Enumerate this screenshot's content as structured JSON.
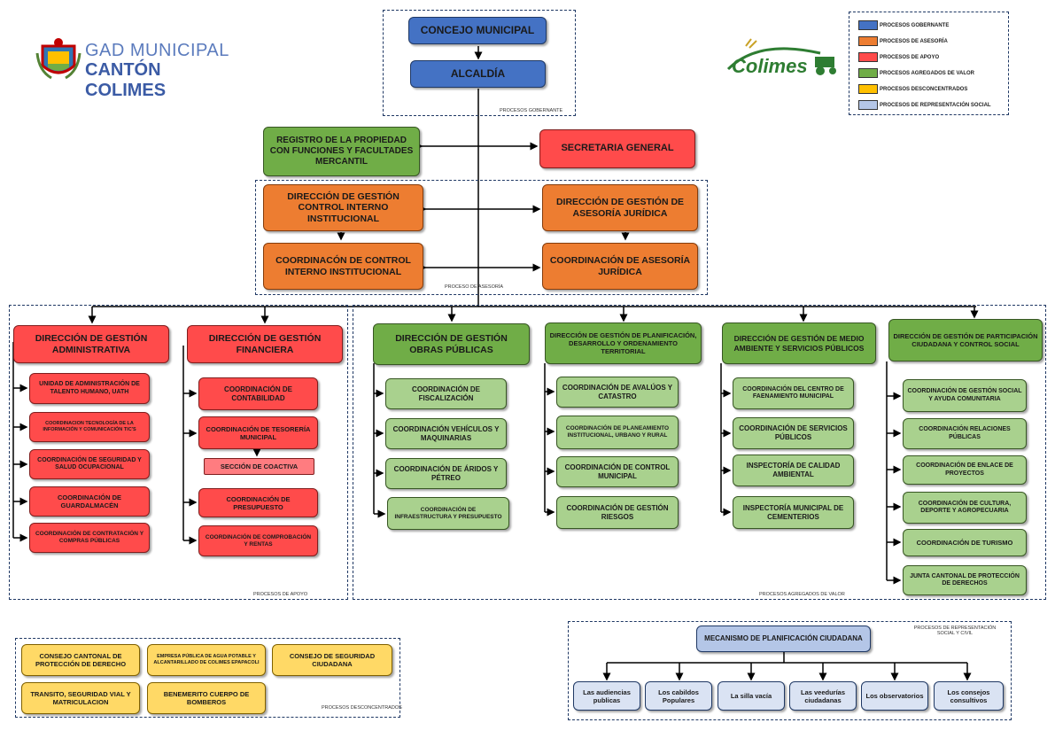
{
  "header": {
    "logo_line1": "GAD MUNICIPAL",
    "logo_line2": "CANTÓN COLIMES",
    "brand_logo": "Colimes",
    "colors": {
      "logo_blue": "#3b5ba5",
      "brand_green": "#2e7d32",
      "brand_orange": "#ff9800"
    }
  },
  "legend": [
    {
      "label": "PROCESOS GOBERNANTE",
      "color": "#4472c4"
    },
    {
      "label": "PROCESOS DE ASESORÍA",
      "color": "#ed7d31"
    },
    {
      "label": "PROCESOS DE APOYO",
      "color": "#ff4b4b"
    },
    {
      "label": "PROCESOS AGREGADOS DE VALOR",
      "color": "#70ad47"
    },
    {
      "label": "PROCESOS DESCONCENTRADOS",
      "color": "#ffc000"
    },
    {
      "label": "PROCESOS DE REPRESENTACIÓN SOCIAL",
      "color": "#b4c6e7"
    }
  ],
  "gobernante": {
    "concejo": "CONCEJO MUNICIPAL",
    "alcaldia": "ALCALDÍA",
    "caption": "PROCESOS GOBERNANTE"
  },
  "registro": "REGISTRO DE LA PROPIEDAD CON FUNCIONES Y FACULTADES MERCANTIL",
  "secretaria": "SECRETARIA GENERAL",
  "asesoria": {
    "control": "DIRECCIÓN DE GESTIÓN CONTROL INTERNO INSTITUCIONAL",
    "juridica": "DIRECCIÓN DE GESTIÓN DE ASESORÍA JURÍDICA",
    "coord_control": "COORDINACÓN DE CONTROL INTERNO INSTITUCIONAL",
    "coord_juridica": "COORDINACIÓN DE ASESORÍA JURÍDICA",
    "caption": "PROCESO DE    ASESORÍA"
  },
  "apoyo": {
    "caption": "PROCESOS DE APOYO",
    "admin": {
      "title": "DIRECCIÓN DE GESTIÓN ADMINISTRATIVA",
      "items": [
        "UNIDAD DE ADMINISTRACIÓN DE TALENTO HUMANO, UATH",
        "COORDINACION TECNOLOGÍA DE LA INFORMACIÓN Y COMUNICACIÓN TIC'S",
        "COORDINACIÓN DE SEGURIDAD Y SALUD OCUPACIONAL",
        "COORDINACIÓN DE GUARDALMACÉN",
        "COORDINACIÓN DE CONTRATACIÓN Y COMPRAS PÚBLICAS"
      ]
    },
    "fin": {
      "title": "DIRECCIÓN DE GESTIÓN FINANCIERA",
      "items": [
        "COORDINACIÓN DE CONTABILIDAD",
        "COORDINACIÓN DE TESORERÍA MUNICIPAL",
        "COORDINACIÓN DE PRESUPUESTO",
        "COORDINACIÓN DE COMPROBACIÓN Y RENTAS"
      ],
      "coactiva": "SECCIÓN DE COACTIVA"
    }
  },
  "valor": {
    "caption": "PROCESOS AGREGADOS DE VALOR",
    "columns": [
      {
        "title": "DIRECCIÓN DE GESTIÓN OBRAS PÚBLICAS",
        "items": [
          "COORDINACIÓN DE FISCALIZACIÓN",
          "COORDINACIÓN VEHÍCULOS Y MAQUINARIAS",
          "COORDINACIÓN DE ÁRIDOS Y PÉTREO",
          "COORDINACIÓN DE INFRAESTRUCTURA Y PRESUPUESTO"
        ]
      },
      {
        "title": "DIRECCIÓN DE GESTIÓN DE PLANIFICACIÓN, DESARROLLO Y ORDENAMIENTO TERRITORIAL",
        "items": [
          "COORDINACIÓN DE AVALÚOS Y CATASTRO",
          "COORDINACIÓN DE PLANEAMIENTO INSTITUCIONAL, URBANO Y RURAL",
          "COORDINACIÓN DE CONTROL MUNICIPAL",
          "COORDINACIÓN DE GESTIÓN RIESGOS"
        ]
      },
      {
        "title": "DIRECCIÓN DE GESTIÓN DE MEDIO AMBIENTE Y SERVICIOS PÚBLICOS",
        "items": [
          "COORDINACIÓN DEL CENTRO DE FAENAMIENTO MUNICIPAL",
          "COORDINACIÓN DE SERVICIOS PÚBLICOS",
          "INSPECTORÍA DE CALIDAD AMBIENTAL",
          "INSPECTORÍA MUNICIPAL DE CEMENTERIOS"
        ]
      },
      {
        "title": "DIRECCIÓN DE GESTIÓN DE PARTICIPACIÓN CIUDADANA Y CONTROL SOCIAL",
        "items": [
          "COORDINACIÓN DE GESTIÓN SOCIAL Y AYUDA COMUNITARIA",
          "COORDINACIÓN RELACIONES PÚBLICAS",
          "COORDINACIÓN DE ENLACE DE PROYECTOS",
          "COORDINACIÓN DE CULTURA, DEPORTE Y AGROPECUARIA",
          "COORDINACIÓN DE TURISMO",
          "JUNTA CANTONAL DE PROTECCIÓN DE DERECHOS"
        ]
      }
    ]
  },
  "desconcentrados": {
    "caption": "PROCESOS DESCONCENTRADOS",
    "items": [
      "CONSEJO CANTONAL DE PROTECCIÓN DE DERECHO",
      "EMPRESA PÚBLICA DE AGUA POTABLE Y ALCANTARILLADO DE COLIMES EPAPACOLI",
      "CONSEJO DE SEGURIDAD CIUDADANA",
      "TRANSITO, SEGURIDAD VIAL Y MATRICULACION",
      "BENEMERITO CUERPO DE BOMBEROS"
    ]
  },
  "representacion": {
    "caption": "PROCESOS DE REPRESENTACIÓN SOCIAL Y CIVIL",
    "title": "MECANISMO DE PLANIFICACIÓN CIUDADANA",
    "items": [
      "Las audiencias publicas",
      "Los cabildos Populares",
      "La silla vacía",
      "Las veedurías ciudadanas",
      "Los observatorios",
      "Los consejos consultivos"
    ]
  }
}
